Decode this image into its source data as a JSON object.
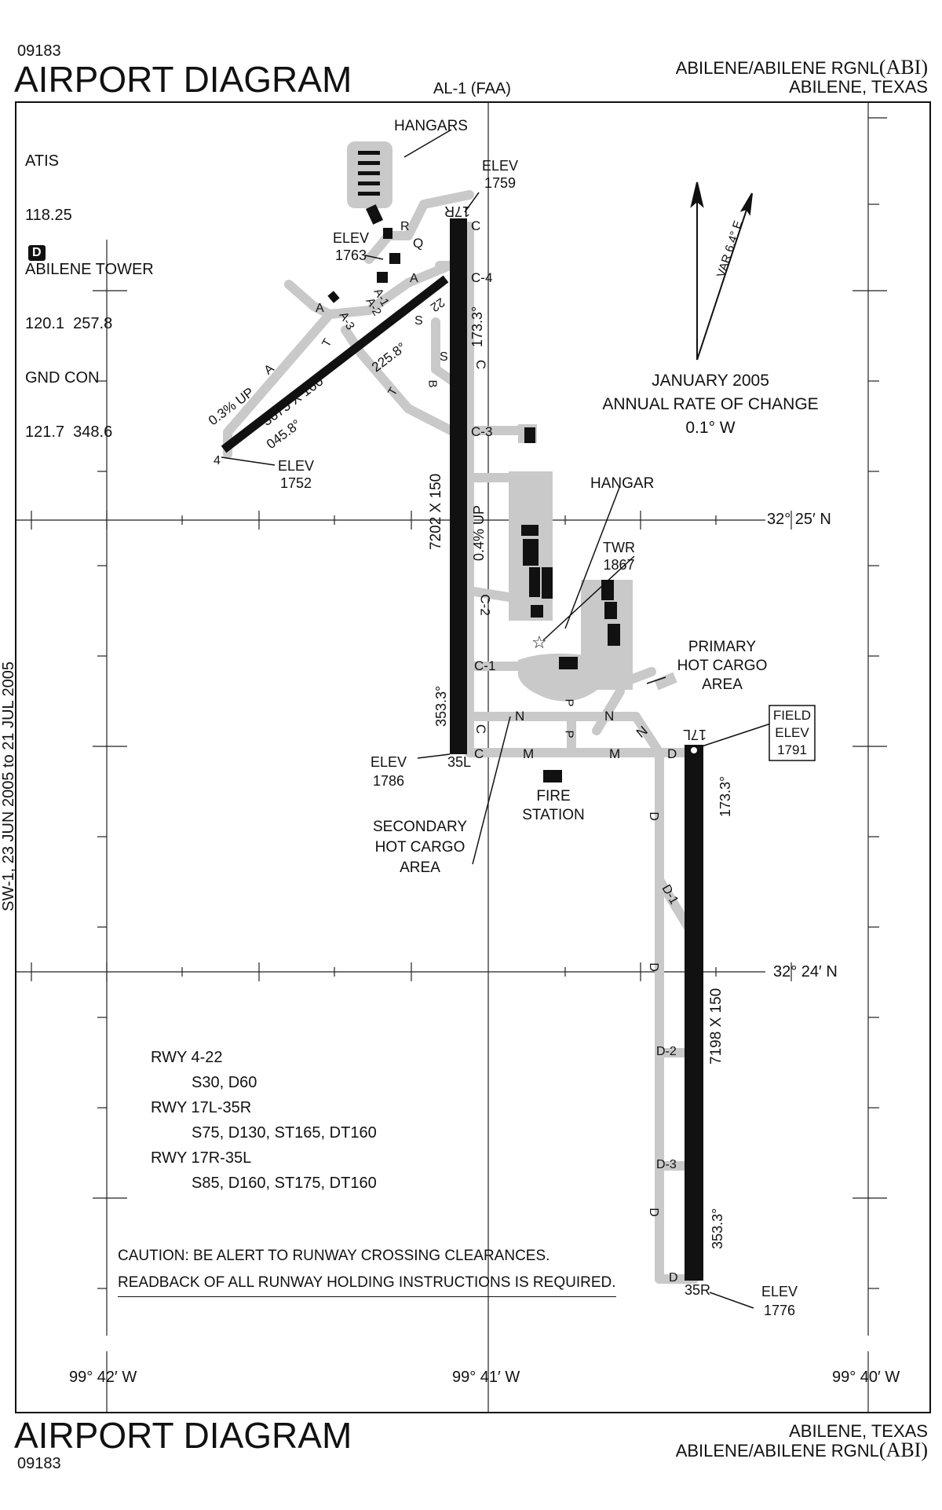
{
  "header": {
    "chart_number": "09183",
    "title": "AIRPORT DIAGRAM",
    "chart_code": "AL-1 (FAA)",
    "airport_name": "ABILENE/ABILENE RGNL",
    "airport_id": "(ABI)",
    "city_state": "ABILENE, TEXAS"
  },
  "footer": {
    "chart_number": "09183",
    "title": "AIRPORT DIAGRAM",
    "airport_name": "ABILENE/ABILENE RGNL",
    "airport_id": "(ABI)",
    "city_state": "ABILENE, TEXAS"
  },
  "frequencies": [
    {
      "label": "ATIS",
      "value": "118.25"
    },
    {
      "label": "ABILENE TOWER",
      "value": "120.1  257.8"
    },
    {
      "label": "GND CON",
      "value": "121.7  348.6"
    }
  ],
  "dep_badge": "D",
  "magnetic_variation": {
    "var_label": "VAR 6.4° E",
    "date": "JANUARY 2005",
    "rate_title": "ANNUAL RATE OF CHANGE",
    "rate_value": "0.1° W"
  },
  "coordinates": {
    "lat_1": "32° 25′ N",
    "lat_2": "32° 24′ N",
    "lon_1": "99° 42′ W",
    "lon_2": "99° 41′ W",
    "lon_3": "99° 40′ W"
  },
  "runways": {
    "r17r_35l": {
      "dims": "7202 X 150",
      "grad": "0.4% UP",
      "end_n": "17R",
      "end_s": "35L",
      "hdg_n": "173.3°",
      "hdg_s": "353.3°"
    },
    "r17l_35r": {
      "dims": "7198 X 150",
      "end_n": "17L",
      "end_s": "35R",
      "hdg_n": "173.3°",
      "hdg_s": "353.3°"
    },
    "r4_22": {
      "dims": "3675 X 100",
      "grad": "0.3% UP",
      "end_sw": "4",
      "end_ne": "22",
      "hdg_sw": "045.8°",
      "hdg_ne": "225.8°"
    }
  },
  "elevations": {
    "e1759": [
      "ELEV",
      "1759"
    ],
    "e1763": [
      "ELEV",
      "1763"
    ],
    "e1752": [
      "ELEV",
      "1752"
    ],
    "e1786": [
      "ELEV",
      "1786"
    ],
    "e1776": [
      "ELEV",
      "1776"
    ],
    "field": [
      "FIELD",
      "ELEV",
      "1791"
    ],
    "twr": [
      "TWR",
      "1867"
    ]
  },
  "taxiways": [
    "C",
    "C-4",
    "C-3",
    "C-2",
    "C-1",
    "C",
    "C",
    "C",
    "A",
    "A-1",
    "A-2",
    "A-3",
    "A",
    "A",
    "R",
    "Q",
    "S",
    "S",
    "B",
    "T",
    "T",
    "N",
    "N",
    "N",
    "P",
    "P",
    "M",
    "M",
    "D",
    "D",
    "D",
    "D",
    "D",
    "D-1",
    "D-2",
    "D-3"
  ],
  "facility_labels": {
    "hangars": "HANGARS",
    "hangar": "HANGAR",
    "primary_cargo": [
      "PRIMARY",
      "HOT CARGO",
      "AREA"
    ],
    "secondary_cargo": [
      "SECONDARY",
      "HOT CARGO",
      "AREA"
    ],
    "fire_station": [
      "FIRE",
      "STATION"
    ]
  },
  "runway_notes": [
    {
      "rwy": "RWY 4-22",
      "strength": "S30, D60"
    },
    {
      "rwy": "RWY 17L-35R",
      "strength": "S75, D130, ST165, DT160"
    },
    {
      "rwy": "RWY 17R-35L",
      "strength": "S85, D160, ST175, DT160"
    }
  ],
  "caution": {
    "line1": "CAUTION:  BE ALERT TO RUNWAY CROSSING CLEARANCES.",
    "line2": "READBACK OF ALL RUNWAY HOLDING INSTRUCTIONS IS REQUIRED."
  },
  "margin_text": "SW-1, 23 JUN 2005 to 21 JUL 2005"
}
